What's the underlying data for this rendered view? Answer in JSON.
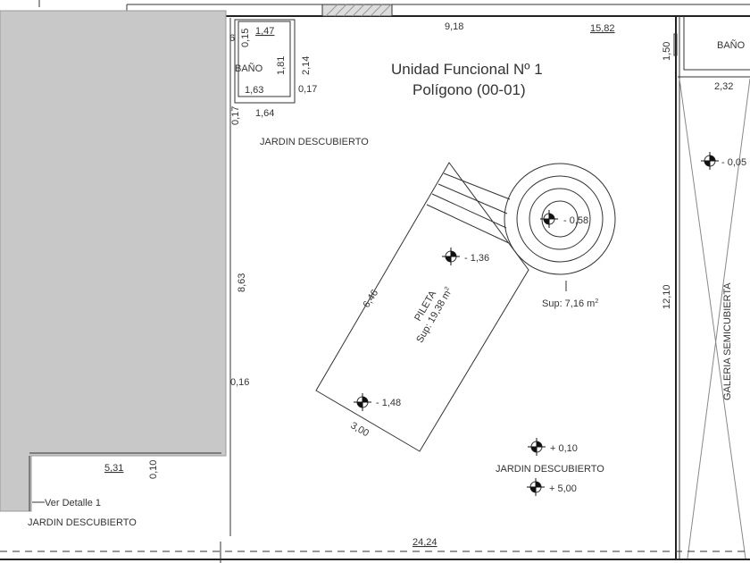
{
  "title": {
    "line1": "Unidad Funcional Nº 1",
    "line2": "Polígono (00-01)"
  },
  "rooms": {
    "bano_left": "BAÑO",
    "bano_right": "BAÑO",
    "galeria": "GALERIA SEMICUBIERTA"
  },
  "areas": {
    "jardin_top": "JARDIN DESCUBIERTO",
    "jardin_mid": "JARDIN DESCUBIERTO",
    "jardin_bottom": "JARDIN DESCUBIERTO"
  },
  "pool": {
    "name": "PILETA",
    "surface": "Sup: 19,38 m",
    "side_long": "6,46",
    "side_short": "3,00",
    "jacuzzi_surface": "Sup: 7,16 m",
    "sup_exp": "2"
  },
  "detail_note": "Ver Detalle 1",
  "dimensions": {
    "d147": "1,47",
    "d015": "0,15",
    "d6": "6",
    "d181": "1,81",
    "d214": "2,14",
    "d163": "1,63",
    "d017a": "0,17",
    "d017b": "0,17",
    "d164": "1,64",
    "d918": "9,18",
    "d1582": "15,82",
    "d150": "1,50",
    "d232": "2,32",
    "d863": "8,63",
    "d016": "0,16",
    "d1210": "12,10",
    "d531": "5,31",
    "d010": "0,10",
    "d2424": "24,24"
  },
  "levels": {
    "l058": "- 0,58",
    "l136": "- 1,36",
    "l148": "- 1,48",
    "l010": "+ 0,10",
    "l500": "+ 5,00",
    "l005": "- 0,05"
  }
}
